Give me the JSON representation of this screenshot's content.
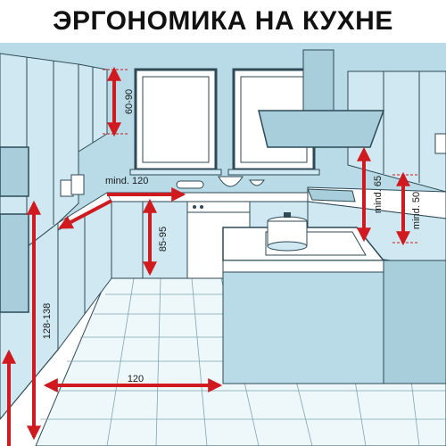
{
  "title": "ЭРГОНОМИКА НА КУХНЕ",
  "colors": {
    "wall": "#b9dbe7",
    "cabinet": "#cfe8f1",
    "cabinet_dark": "#a8cddb",
    "floor_tile": "#eef7fa",
    "outline": "#2d4a56",
    "window_glass": "#ffffff",
    "arrow": "#d01a1f"
  },
  "dimensions": {
    "upper_cabinet_gap": "60-90",
    "counter_depth": "mind. 120",
    "counter_height": "85-95",
    "hood_height": "mind. 65",
    "sink_side_gap": "mind. 50",
    "oven_column_height": "128-138",
    "aisle_width": "120"
  }
}
